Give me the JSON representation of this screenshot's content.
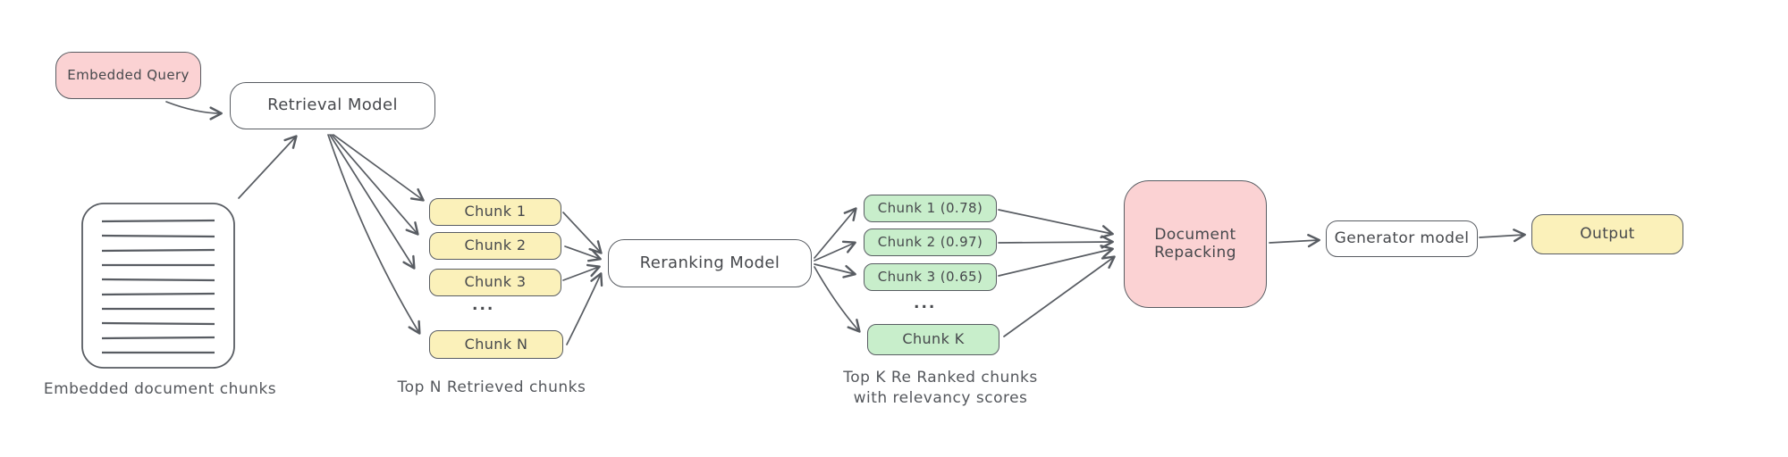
{
  "diagram": {
    "embedded_query": "Embedded Query",
    "retrieval_model": "Retrieval Model",
    "document_caption": "Embedded document chunks",
    "retrieved": {
      "items": [
        "Chunk 1",
        "Chunk 2",
        "Chunk 3"
      ],
      "ellipsis": "...",
      "last": "Chunk N",
      "caption": "Top N Retrieved chunks"
    },
    "reranking_model": "Reranking Model",
    "reranked": {
      "items": [
        "Chunk 1 (0.78)",
        "Chunk 2 (0.97)",
        "Chunk 3 (0.65)"
      ],
      "ellipsis": "...",
      "last": "Chunk K",
      "caption_line1": "Top K Re Ranked chunks",
      "caption_line2": "with relevancy scores"
    },
    "document_repacking": {
      "line1": "Document",
      "line2": "Repacking"
    },
    "generator_model": "Generator model",
    "output": "Output"
  },
  "colors": {
    "pink_fill": "#fbd2d3",
    "yellow_fill": "#fbf1ba",
    "green_fill": "#c8eecb",
    "stroke": "#585c62",
    "text": "#46484c",
    "background": "#ffffff"
  }
}
